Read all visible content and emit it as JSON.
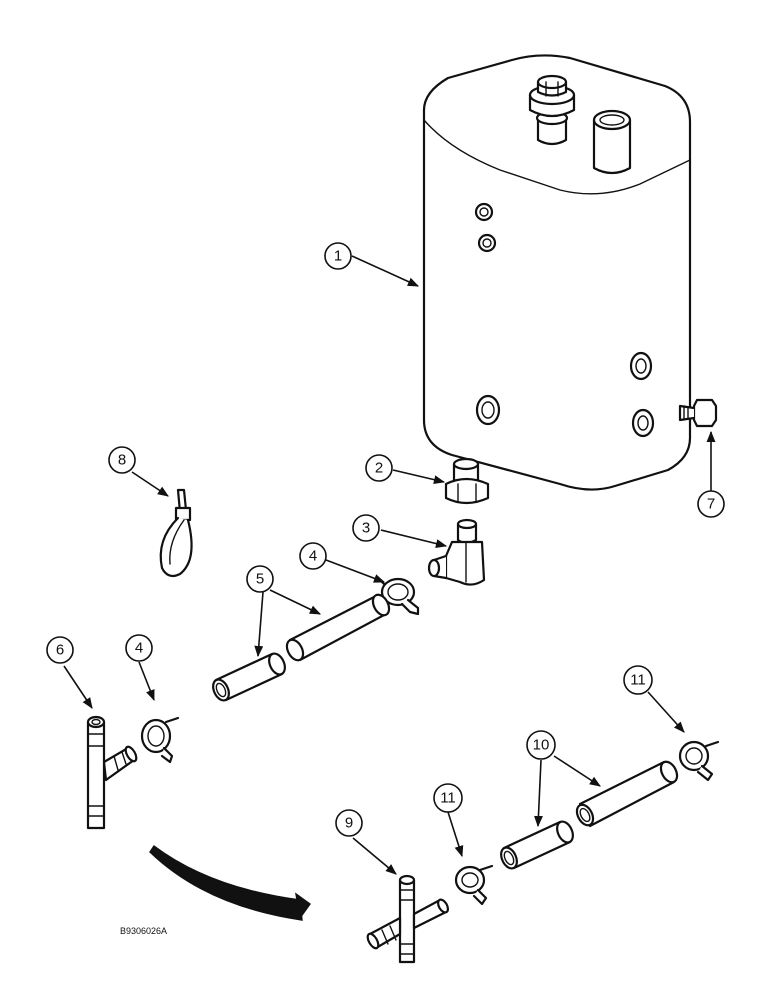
{
  "callouts": {
    "c1": "1",
    "c2": "2",
    "c3": "3",
    "c4a": "4",
    "c4b": "4",
    "c5": "5",
    "c6": "6",
    "c7": "7",
    "c8": "8",
    "c9": "9",
    "c10": "10",
    "c11a": "11",
    "c11b": "11"
  },
  "reference_code": "B9306026A"
}
